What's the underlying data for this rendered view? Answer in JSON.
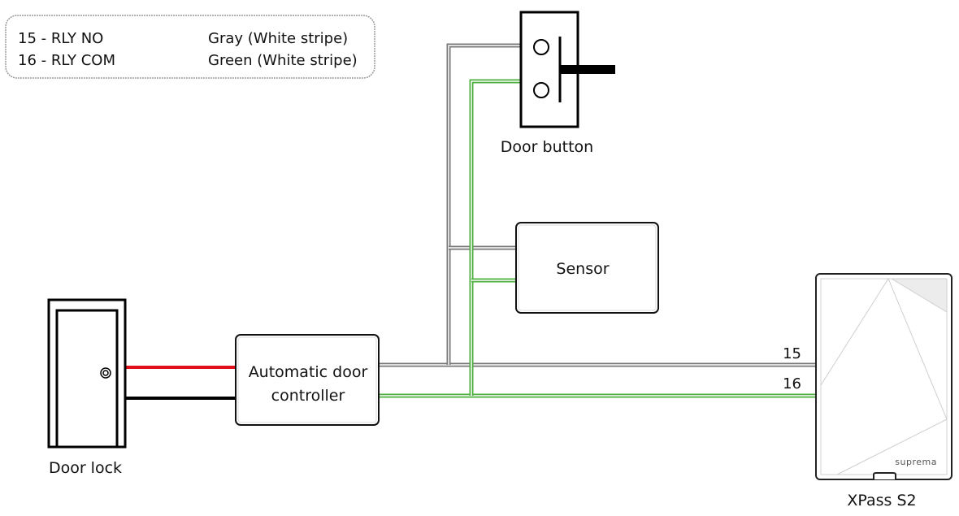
{
  "legend": {
    "rows": [
      {
        "pin": "15 - RLY NO",
        "wire": "Gray (White stripe)"
      },
      {
        "pin": "16 - RLY COM",
        "wire": "Green (White stripe)"
      }
    ]
  },
  "devices": {
    "door_button": {
      "label": "Door button"
    },
    "sensor": {
      "label": "Sensor"
    },
    "door_lock": {
      "label": "Door lock"
    },
    "controller": {
      "label_line1": "Automatic door",
      "label_line2": "controller"
    },
    "reader": {
      "label": "XPass S2",
      "brand": "suprema"
    }
  },
  "pins": {
    "relay_no": "15",
    "relay_com": "16"
  },
  "wire_colors": {
    "gray": "#777777",
    "green": "#4caf3e",
    "red": "#e0101a",
    "black": "#000000",
    "stripe": "#ffffff"
  }
}
